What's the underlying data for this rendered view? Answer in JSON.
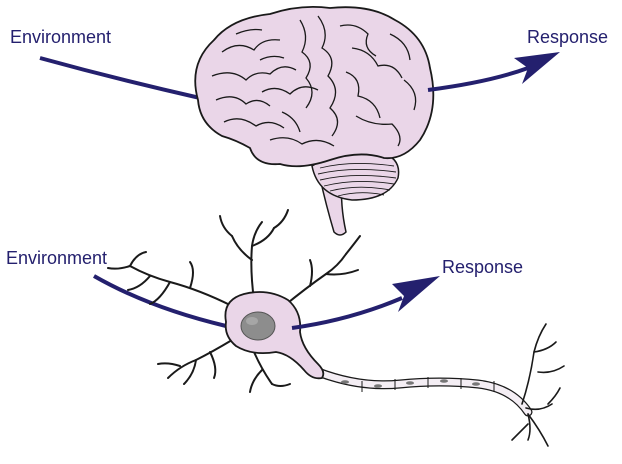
{
  "top_panel": {
    "input_label": "Environment",
    "output_label": "Response",
    "illustration": "brain"
  },
  "bottom_panel": {
    "input_label": "Environment",
    "output_label": "Response",
    "illustration": "neuron"
  },
  "colors": {
    "arrow": "#24206e",
    "label_text": "#24206e",
    "tissue_fill": "#ead6e8",
    "outline": "#1a1a1a",
    "nucleus": "#8d8d8d"
  }
}
